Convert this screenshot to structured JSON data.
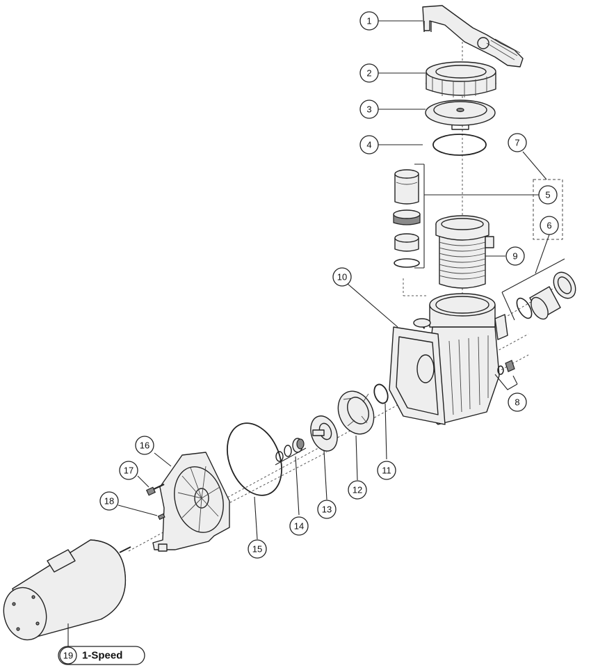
{
  "callouts": [
    {
      "id": "1",
      "label": "1"
    },
    {
      "id": "2",
      "label": "2"
    },
    {
      "id": "3",
      "label": "3"
    },
    {
      "id": "4",
      "label": "4"
    },
    {
      "id": "5",
      "label": "5"
    },
    {
      "id": "6",
      "label": "6"
    },
    {
      "id": "7",
      "label": "7"
    },
    {
      "id": "8",
      "label": "8"
    },
    {
      "id": "9",
      "label": "9"
    },
    {
      "id": "10",
      "label": "10"
    },
    {
      "id": "11",
      "label": "11"
    },
    {
      "id": "12",
      "label": "12"
    },
    {
      "id": "13",
      "label": "13"
    },
    {
      "id": "14",
      "label": "14"
    },
    {
      "id": "15",
      "label": "15"
    },
    {
      "id": "16",
      "label": "16"
    },
    {
      "id": "17",
      "label": "17"
    },
    {
      "id": "18",
      "label": "18"
    },
    {
      "id": "19",
      "label": "19"
    }
  ],
  "motor_label": "1-Speed"
}
